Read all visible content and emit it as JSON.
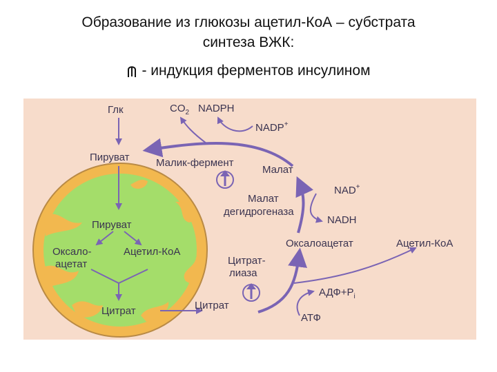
{
  "title": {
    "line1": "Образование из глюкозы ацетил-КоА – субстрата",
    "line2": "синтеза ВЖК:",
    "line3": "- индукция ферментов инсулином",
    "line3_icon": "up-arrow-induction-icon"
  },
  "diagram": {
    "labels": {
      "glk": "Глк",
      "co2": "CO",
      "co2_sub": "2",
      "nadph": "NADPH",
      "nadp": "NADP",
      "nadp_sup": "+",
      "pyruvate_cyto": "Пируват",
      "malic_enzyme": "Малик-фермент",
      "malate": "Малат",
      "nad": "NAD",
      "nad_sup": "+",
      "mdh_line1": "Малат",
      "mdh_line2": "дегидрогеназа",
      "nadh": "NADH",
      "oxaloacetate_cyto": "Оксалоацетат",
      "acetyl_coa_cyto": "Ацетил-КоА",
      "citrate_lyase_line1": "Цитрат-",
      "citrate_lyase_line2": "лиаза",
      "adp_pi": "АДФ+P",
      "adp_pi_sub": "i",
      "atp": "АТФ",
      "citrate_cyto": "Цитрат",
      "pyruvate_mito": "Пируват",
      "oxalo_mito_line1": "Оксало-",
      "oxalo_mito_line2": "ацетат",
      "acetyl_coa_mito": "Ацетил-КоА",
      "citrate_mito": "Цитрат"
    },
    "colors": {
      "background": "#f7dccb",
      "mito_outer": "#f2b84f",
      "mito_inner": "#a4dd6a",
      "arrow": "#7a64b4",
      "text": "#3a3350"
    }
  }
}
